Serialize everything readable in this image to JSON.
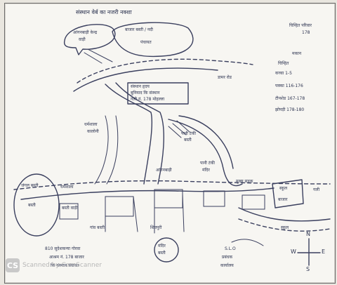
{
  "labels": {
    "top_title": "संस्थान वेर्ब का नजरी नक्शा",
    "bubble_left": "आंगनबाड़ी केन्द्र",
    "bubble_left2": "वाड़ी",
    "top_block": "बाजार बस्ती / नदी",
    "top_block2": "पंचायत",
    "top_road": "डामर रोड",
    "center_box_1": "संस्थान हृदय",
    "center_box_2": "बुनियाद कि संस्थान",
    "center_box_3": "गली नं. 178 मोहल्ला",
    "mid_left": "धर्मशाला",
    "mid_left2": "कालोनी",
    "mid_right": "पानी टंकी",
    "mid_right2": "बस्ती",
    "right_mid": "पानी टंकी",
    "right_mid2": "मंदिर",
    "center_small": "आंगनबाड़ी",
    "left_circle": "जंगल बस्ती",
    "left_circle2": "बस्ती",
    "left_road_1": "धर्मशाला",
    "left_road_2": "बस्ती वाड़ी",
    "bottom_left_label": "गांव बस्ती",
    "bottom_center": "शिवपुरी",
    "bottom_circle": "मंदिर",
    "bottom_circle2": "बस्ती",
    "road_right_label": "मुख्य सड़क",
    "right_box": "स्कूल",
    "right_box2": "बाजार",
    "far_right_small": "गली",
    "far_right_bottom": "स्कूल",
    "legend_title": "चिन्हित परिवार",
    "legend_num": "178",
    "legend_heading": "मकान",
    "legend_sub": "चिन्हित",
    "legend_1": "कच्चा 1-5",
    "legend_2": "पक्का 116-176",
    "legend_3": "टीनशेड 167-178",
    "legend_4": "झोपड़ी 178-180",
    "footer_left_1": "810 सुदेशकन्या गोरवा",
    "footer_left_2": "आश्रम नं. 178 बाजार",
    "footer_left_3": "कि संस्थान पंचायत",
    "footer_center_1": "S.L.O",
    "footer_center_2": "प्रबंधक",
    "footer_center_3": "कार्यालय",
    "compass_n": "N",
    "compass_w": "W",
    "compass_e": "E",
    "compass_s": "S",
    "watermark_brand": "CS",
    "watermark_text": "Scanned by CamScanner"
  }
}
